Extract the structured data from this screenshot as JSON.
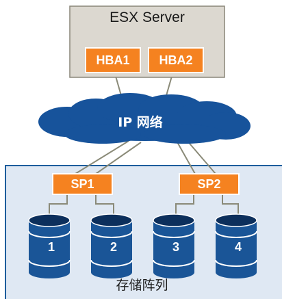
{
  "server": {
    "title": "ESX Server",
    "hbas": [
      "HBA1",
      "HBA2"
    ]
  },
  "network": {
    "label": "IP 网络"
  },
  "storage": {
    "title": "存储阵列",
    "processors": [
      "SP1",
      "SP2"
    ],
    "disks": [
      "1",
      "2",
      "3",
      "4"
    ]
  },
  "colors": {
    "server_fill": "#dcd8d0",
    "component_orange": "#f58220",
    "component_border": "#ffffff",
    "cloud_fill": "#17539b",
    "array_fill": "#dfe8f3",
    "array_border": "#1d5d9c",
    "disk_fill": "#1a5597",
    "disk_dark": "#0c2f5c",
    "link_line": "#8a8a78"
  }
}
